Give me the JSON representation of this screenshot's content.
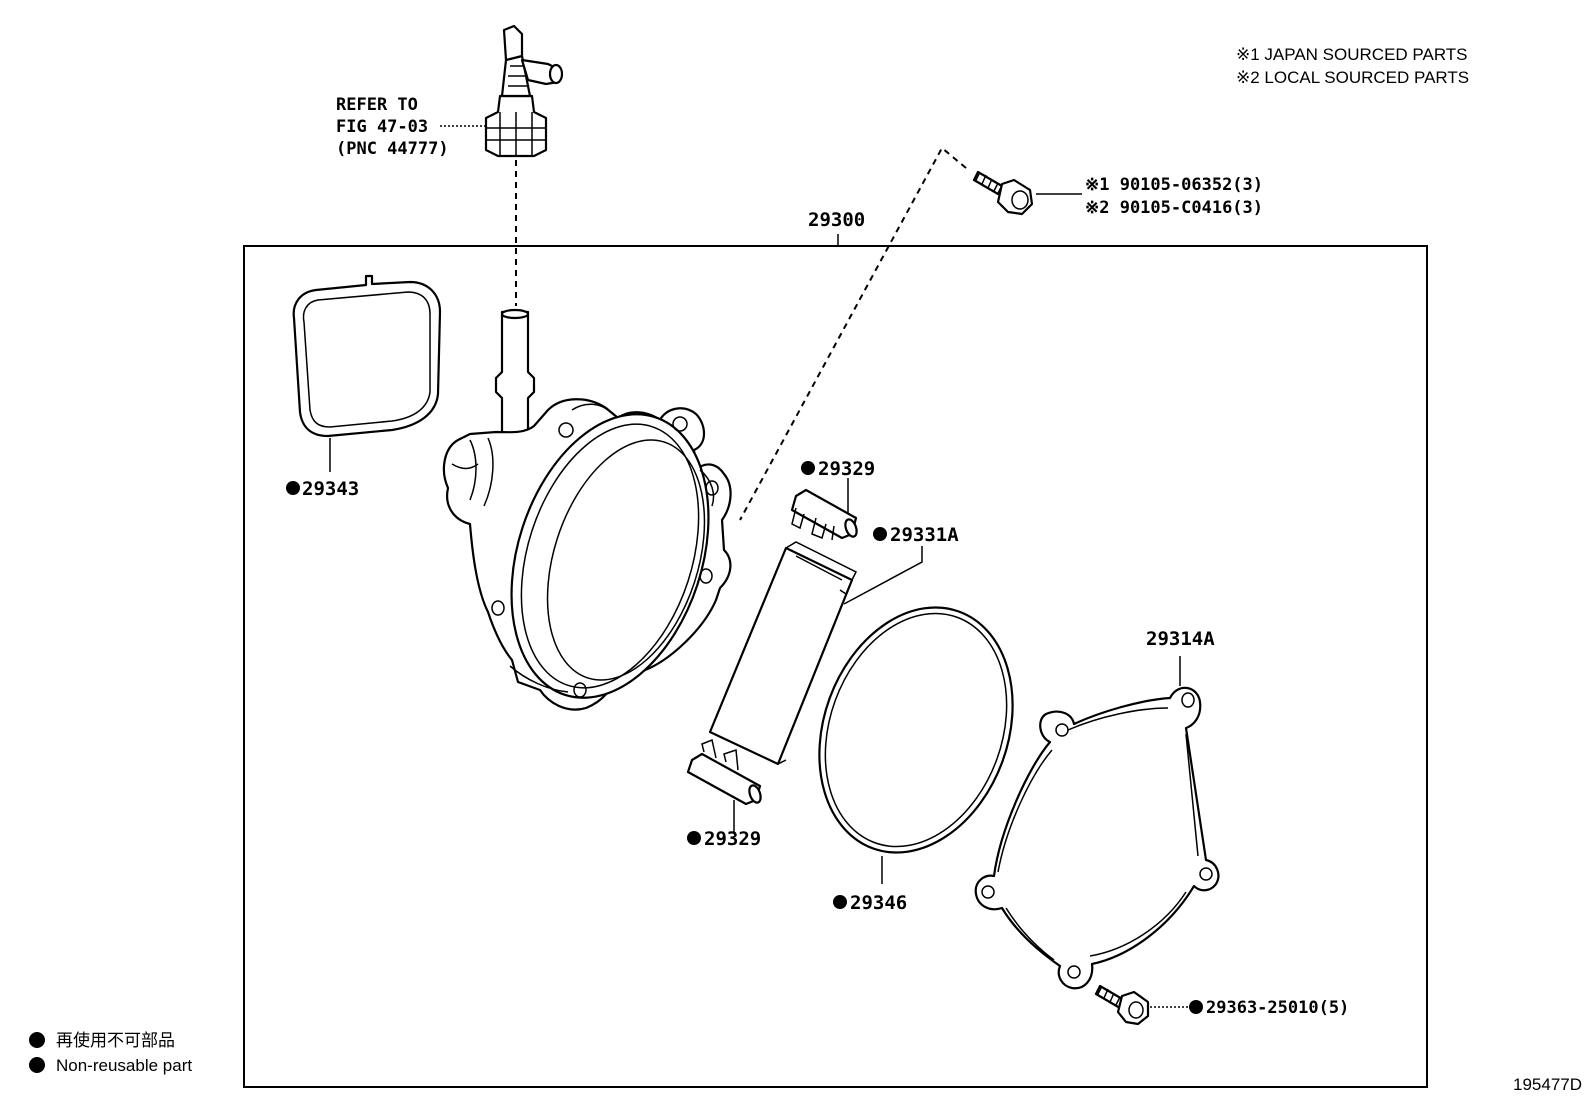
{
  "notes": {
    "japan": "※1 JAPAN SOURCED PARTS",
    "local": "※2 LOCAL SOURCED PARTS"
  },
  "refer": {
    "line1": "REFER TO",
    "line2": "FIG 47-03",
    "line3": "(PNC 44777)"
  },
  "bolt_labels": {
    "japan": "※1 90105-06352(3)",
    "local": "※2 90105-C0416(3)"
  },
  "parts": {
    "assembly": "29300",
    "gasket_top": "29343",
    "vane_upper": "29329",
    "rotor": "29331A",
    "vane_lower": "29329",
    "oring": "29346",
    "cover": "29314A",
    "screw": "29363-25010(5)"
  },
  "legend": {
    "jp": "再使用不可部品",
    "en": "Non-reusable part"
  },
  "figure_id": "195477D"
}
